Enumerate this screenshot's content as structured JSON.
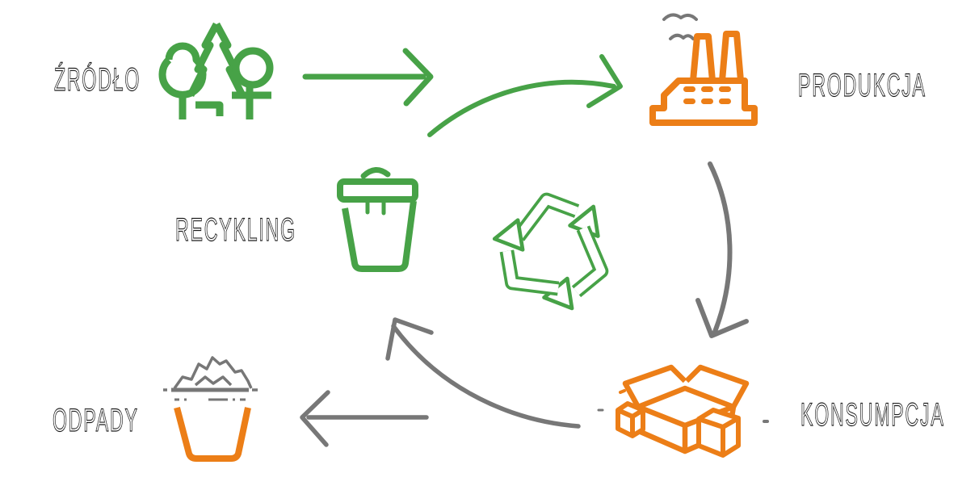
{
  "diagram": {
    "type": "cycle-infographic",
    "language": "pl",
    "topic": "paper recycling loop",
    "nodes": [
      {
        "id": "zrodlo",
        "label": "ŹRÓDŁO",
        "icon": "trees-icon",
        "icon_color": "#47A247",
        "position": "top-left"
      },
      {
        "id": "produkcja",
        "label": "PRODUKCJA",
        "icon": "factory-icon",
        "icon_color": "#EC7E17",
        "position": "top-right"
      },
      {
        "id": "recykling",
        "label": "RECYKLING",
        "icon": "recycling-bin-icon",
        "icon_color": "#47A247",
        "position": "middle-left"
      },
      {
        "id": "odpady",
        "label": "ODPADY",
        "icon": "waste-bin-icon",
        "icon_color": "#EC7E17",
        "position": "bottom-left"
      },
      {
        "id": "konsumpcja",
        "label": "KONSUMPCJA",
        "icon": "open-boxes-icon",
        "icon_color": "#EC7E17",
        "position": "bottom-right"
      }
    ],
    "center_icon": {
      "name": "recycling-arrows-icon",
      "color": "#47A247"
    },
    "edges": [
      {
        "from": "zrodlo",
        "to": "produkcja",
        "color": "#47A247",
        "style": "straight-arrow-then-curved-arrow"
      },
      {
        "from": "produkcja",
        "to": "konsumpcja",
        "color": "#777777",
        "style": "curved-arrow"
      },
      {
        "from": "konsumpcja",
        "to": "odpady",
        "color": "#777777",
        "style": "straight-arrow"
      },
      {
        "from": "konsumpcja",
        "to": "recykling",
        "color": "#777777",
        "style": "curved-arrow"
      }
    ],
    "colors": {
      "green": "#47A247",
      "orange": "#EC7E17",
      "gray": "#777777",
      "text": "#1E1E1E",
      "bg": "#FFFFFF"
    }
  }
}
